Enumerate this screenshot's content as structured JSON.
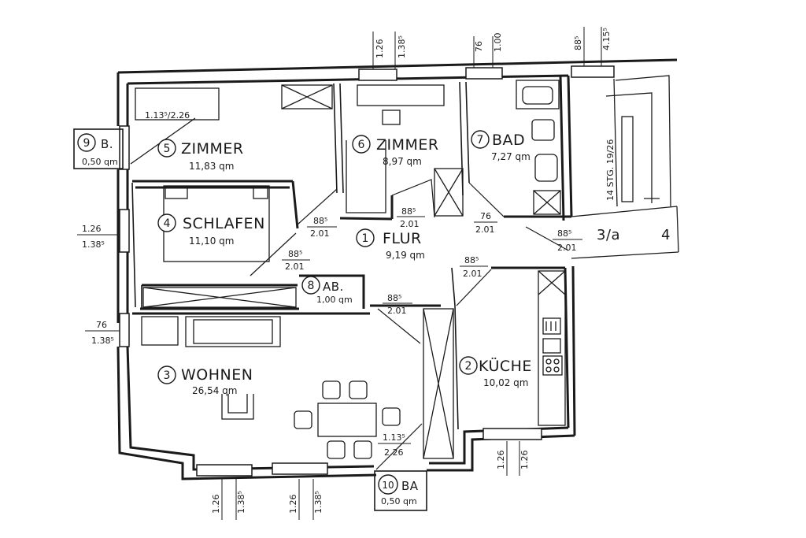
{
  "rooms": {
    "zimmer5": {
      "number": "5",
      "name": "ZIMMER",
      "area": "11,83 qm"
    },
    "zimmer6": {
      "number": "6",
      "name": "ZIMMER",
      "area": "8,97 qm"
    },
    "bad": {
      "number": "7",
      "name": "BAD",
      "area": "7,27 qm"
    },
    "schlafen": {
      "number": "4",
      "name": "SCHLAFEN",
      "area": "11,10 qm"
    },
    "flur": {
      "number": "1",
      "name": "FLUR",
      "area": "9,19 qm"
    },
    "ab": {
      "number": "8",
      "name": "AB.",
      "area": "1,00 qm"
    },
    "wohnen": {
      "number": "3",
      "name": "WOHNEN",
      "area": "26,54 qm"
    },
    "kueche": {
      "number": "2",
      "name": "KÜCHE",
      "area": "10,02 qm"
    },
    "balkon9": {
      "number": "9",
      "name": "B.",
      "area": "0,50 qm"
    },
    "balkon10": {
      "number": "10",
      "name": "BA",
      "area": "0,50 qm"
    }
  },
  "stair": {
    "label": "14 STG. 19/26",
    "unit_a": "3/a",
    "unit_b": "4"
  },
  "door_dims": {
    "zimmer5_top": "1.13⁵/2.26",
    "zimmer6": {
      "top": "88⁵",
      "bottom": "2.01"
    },
    "flur_left": {
      "top": "88⁵",
      "bottom": "2.01"
    },
    "flur_mid": {
      "top": "88⁵",
      "bottom": "2.01"
    },
    "bad": {
      "top": "76",
      "bottom": "2.01"
    },
    "entry": {
      "top": "88⁵",
      "bottom": "2.01"
    },
    "kueche": {
      "top": "88⁵",
      "bottom": "2.01"
    },
    "wohnen": {
      "top": "88⁵",
      "bottom": "2.01"
    },
    "balcony_door": {
      "top": "1.13⁵",
      "bottom": "2.26"
    }
  },
  "window_dims": {
    "top_zimmer6": {
      "a": "1.26",
      "b": "1.38⁵"
    },
    "top_bad": {
      "a": "76",
      "b": "1.00"
    },
    "top_stair": {
      "a": "88⁵",
      "b": "4.15⁵"
    },
    "left_schlafen": {
      "a": "1.26",
      "b": "1.38⁵"
    },
    "left_wohnen": {
      "a": "76",
      "b": "1.38⁵"
    },
    "bottom_wohnen1": {
      "a": "1.26",
      "b": "1.38⁵"
    },
    "bottom_wohnen2": {
      "a": "1.26",
      "b": "1.38⁵"
    },
    "bottom_kueche": {
      "a": "1.26",
      "b": "1.26"
    }
  },
  "colors": {
    "ink": "#1a1a1a",
    "paper": "#ffffff"
  }
}
